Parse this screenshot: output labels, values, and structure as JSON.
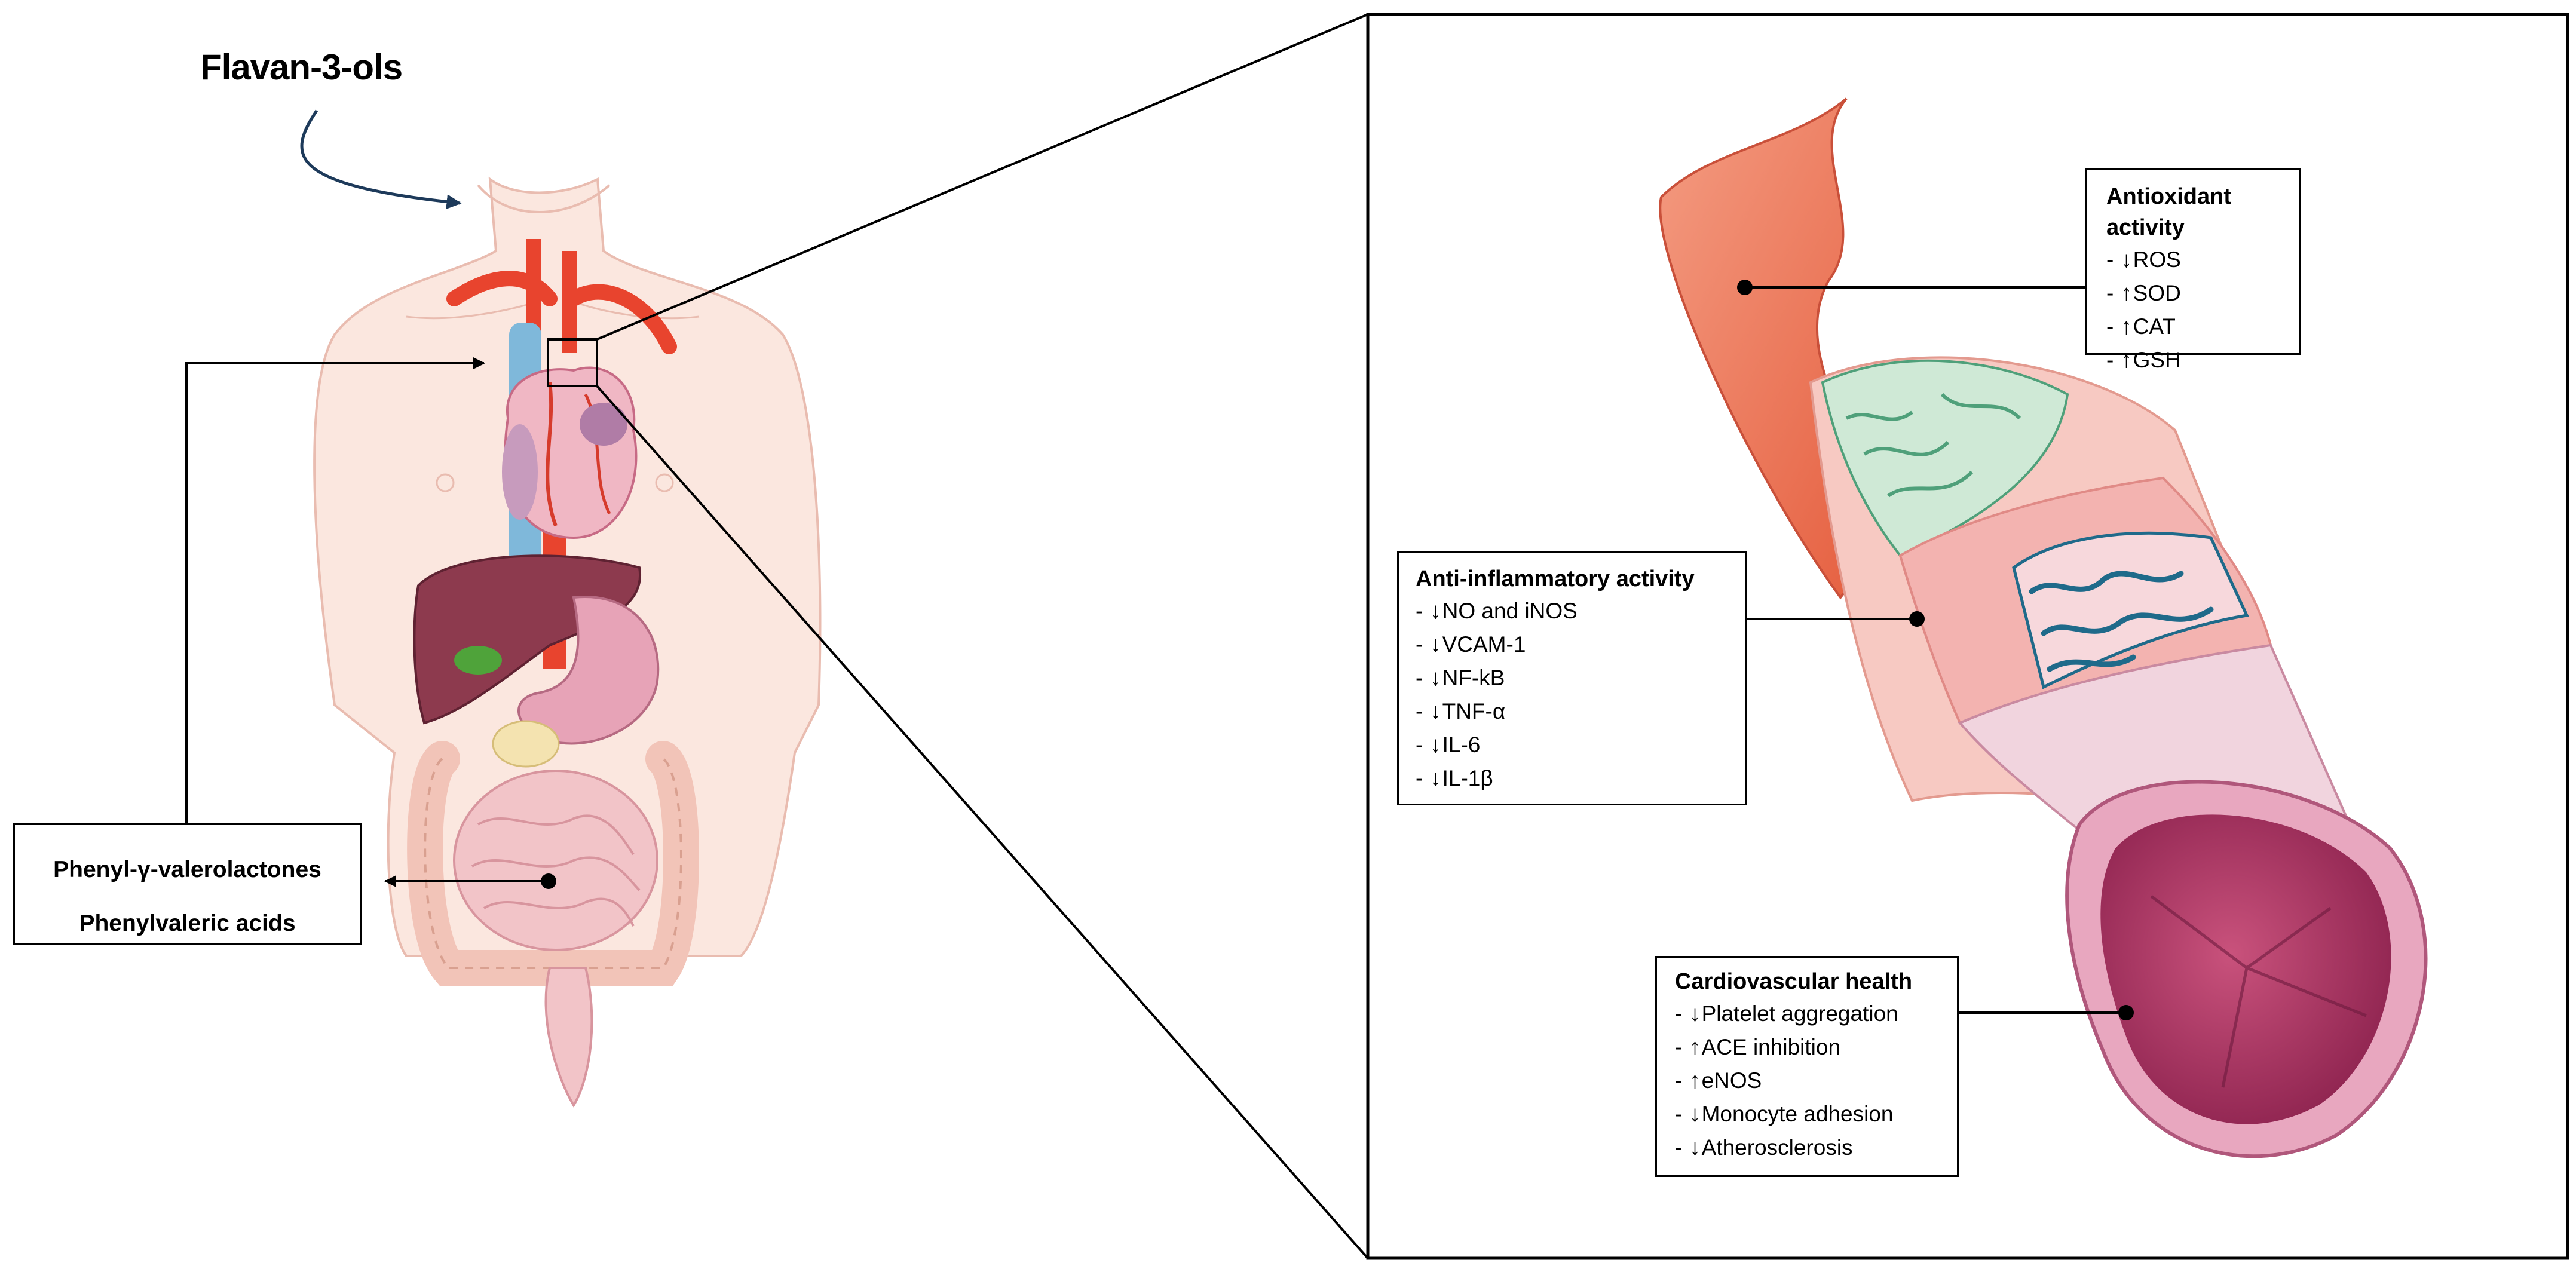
{
  "diagram": {
    "title": "Flavan-3-ols",
    "metabolites": {
      "items": [
        "Phenyl-γ-valerolactones",
        "Phenylvaleric acids"
      ]
    },
    "antioxidant": {
      "title": "Antioxidant activity",
      "items": [
        {
          "dir": "↓",
          "label": "ROS"
        },
        {
          "dir": "↑",
          "label": "SOD"
        },
        {
          "dir": "↑",
          "label": "CAT"
        },
        {
          "dir": "↑",
          "label": "GSH"
        }
      ]
    },
    "inflammatory": {
      "title": "Anti-inflammatory activity",
      "items": [
        {
          "dir": "↓",
          "label": "NO and iNOS"
        },
        {
          "dir": "↓",
          "label": "VCAM-1"
        },
        {
          "dir": "↓",
          "label": "NF-kB"
        },
        {
          "dir": "↓",
          "label": "TNF-α"
        },
        {
          "dir": "↓",
          "label": "IL-6"
        },
        {
          "dir": "↓",
          "label": "IL-1β"
        }
      ]
    },
    "cardio": {
      "title": "Cardiovascular health",
      "items": [
        {
          "dir": "↓",
          "label": "Platelet aggregation"
        },
        {
          "dir": "↑",
          "label": "ACE inhibition"
        },
        {
          "dir": "↑",
          "label": "eNOS"
        },
        {
          "dir": "↓",
          "label": "Monocyte adhesion"
        },
        {
          "dir": "↓",
          "label": "Atherosclerosis"
        }
      ]
    }
  },
  "colors": {
    "skin": "#fbe7df",
    "skin_outline": "#e9bcb0",
    "artery": "#e8442e",
    "vein": "#7fb8da",
    "liver": "#8d3a4e",
    "stomach": "#e7a3b7",
    "intestine": "#f2c4c8",
    "colon": "#f7d4cc",
    "vessel_outer": "#f0836a",
    "vessel_adventitia": "#f7c9c2",
    "vessel_green": "#cfe9d6",
    "vessel_blue": "#1f6a8a",
    "lumen": "#b23a66",
    "arrow_curve": "#1d3a5a"
  }
}
